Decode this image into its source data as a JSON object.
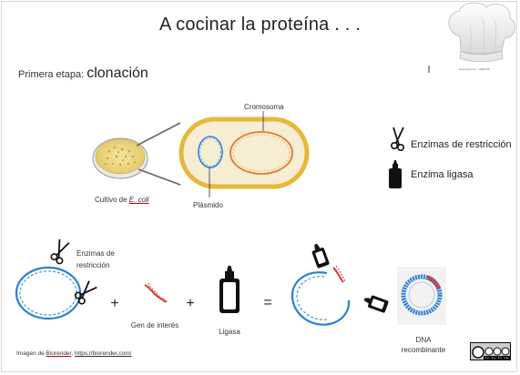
{
  "title": "A cocinar la proteína  . . .",
  "stage": {
    "prefix": "Primera etapa:",
    "name": "clonación"
  },
  "chef_caption": "shutterstock.com · 112097798",
  "cell_labels": {
    "chromosome": "Cromosoma",
    "plasmid": "Plásmido",
    "culture_prefix": "Cultivo de ",
    "culture_species": "E. coli"
  },
  "legend": {
    "restriction": "Enzimas de restricción",
    "ligase": "Enzima ligasa"
  },
  "process": {
    "enzymes_label": "Enzimas de restricción",
    "plus1": "+",
    "gene_label": "Gen de interés",
    "plus2": "+",
    "ligase_label": "Ligasa",
    "equals": "=",
    "result_label": "DNA recombinante"
  },
  "credit": {
    "prefix": "Imagen de ",
    "source": "Biorender",
    "sep": ", ",
    "url": "https://biorender.com/"
  },
  "license": "cc by nc sa",
  "colors": {
    "plasmid_blue": "#2a7fd4",
    "chromosome_orange": "#e07b2a",
    "gene_red": "#d9343a",
    "cell_fill": "#f6edd3",
    "cell_wall": "#e8b73a"
  }
}
